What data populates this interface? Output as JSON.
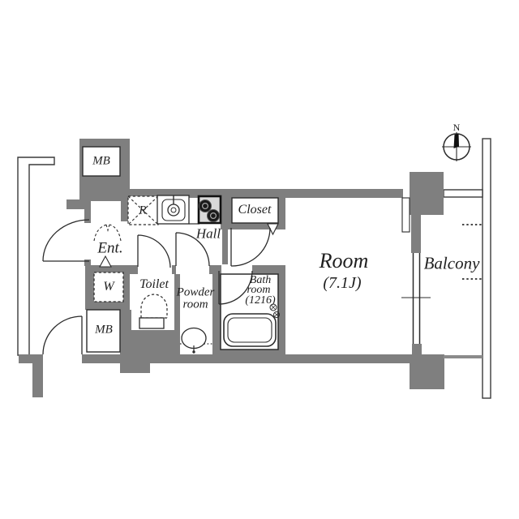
{
  "floorplan": {
    "compass": {
      "north_label": "N"
    },
    "rooms": {
      "entrance": "Ent.",
      "hall": "Hall",
      "closet": "Closet",
      "toilet": "Toilet",
      "powder_room_line1": "Powder",
      "powder_room_line2": "room",
      "bathroom_line1": "Bath",
      "bathroom_line2": "room",
      "bathroom_line3": "(1216)",
      "main_room_name": "Room",
      "main_room_size": "(7.1J)",
      "balcony": "Balcony"
    },
    "fixtures": {
      "meter_box_top": "MB",
      "meter_box_bottom": "MB",
      "refrigerator_space": "R",
      "washing_machine": "W"
    },
    "colors": {
      "wall": "#7f7f7f",
      "line": "#2b2b2b"
    }
  }
}
